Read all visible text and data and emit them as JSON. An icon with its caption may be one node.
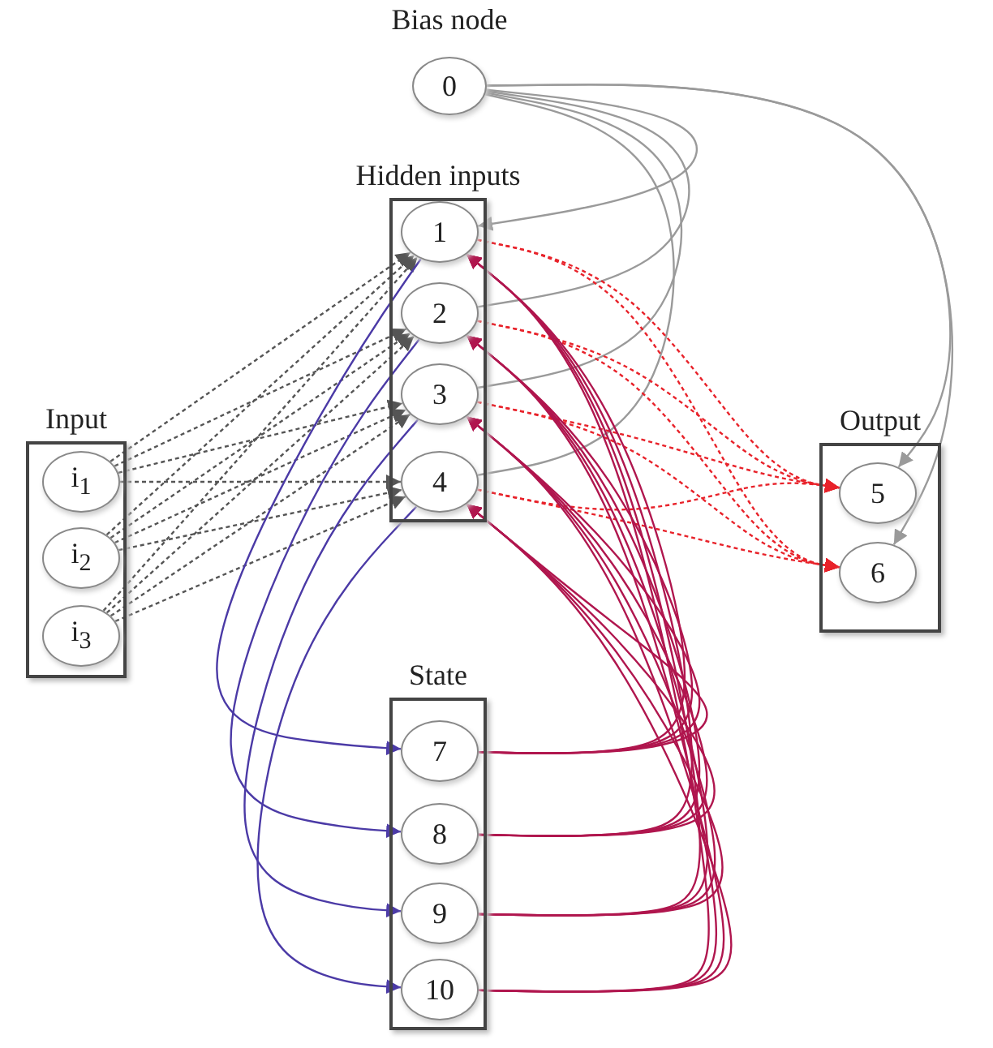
{
  "diagram": {
    "nodes": [
      {
        "text": [
          "0"
        ]
      },
      {
        "text": [
          "Hidden inputs"
        ]
      },
      {
        "text": [
          "1"
        ],
        "in": 1
      },
      {
        "text": [
          "2"
        ],
        "in": 1
      },
      {
        "text": [
          "3"
        ],
        "in": 1
      },
      {
        "text": [
          "4"
        ],
        "in": 1
      },
      {
        "text": [
          "Input"
        ]
      },
      {
        "text": [
          "i$_{1}$"
        ],
        "in": 6
      },
      {
        "text": [
          "i$_{2}$"
        ],
        "in": 6
      },
      {
        "text": [
          "i$_{3}$"
        ],
        "in": 6
      },
      {
        "text": [
          "Output"
        ]
      },
      {
        "text": [
          "5"
        ],
        "in": 10
      },
      {
        "text": [
          "6"
        ],
        "in": 10
      },
      {
        "text": [
          "State"
        ]
      },
      {
        "text": [
          "7"
        ],
        "in": 13
      },
      {
        "text": [
          "8"
        ],
        "in": 13
      },
      {
        "text": [
          "9"
        ],
        "in": 13
      },
      {
        "text": [
          "10"
        ],
        "in": 13
      }
    ],
    "edges": [
      {
        "from": 0,
        "to": 2,
        "arrow": "to",
        "color": "#9a9a9a"
      },
      {
        "from": 0,
        "to": 3,
        "arrow": "none",
        "color": "#9a9a9a"
      },
      {
        "from": 0,
        "to": 4,
        "arrow": "none",
        "color": "#9a9a9a"
      },
      {
        "from": 0,
        "to": 5,
        "arrow": "none",
        "color": "#9a9a9a"
      },
      {
        "from": 0,
        "to": 11,
        "arrow": "to",
        "color": "#9a9a9a"
      },
      {
        "from": 0,
        "to": 12,
        "arrow": "to",
        "color": "#9a9a9a"
      },
      {
        "from": 7,
        "to": 2,
        "arrow": "to",
        "style": "dashed",
        "color": "#555555"
      },
      {
        "from": 7,
        "to": 3,
        "arrow": "to",
        "style": "dashed",
        "color": "#555555"
      },
      {
        "from": 7,
        "to": 4,
        "arrow": "to",
        "style": "dashed",
        "color": "#555555"
      },
      {
        "from": 7,
        "to": 5,
        "arrow": "to",
        "style": "dashed",
        "color": "#555555"
      },
      {
        "from": 8,
        "to": 2,
        "arrow": "to",
        "style": "dashed",
        "color": "#555555"
      },
      {
        "from": 8,
        "to": 3,
        "arrow": "to",
        "style": "dashed",
        "color": "#555555"
      },
      {
        "from": 8,
        "to": 4,
        "arrow": "to",
        "style": "dashed",
        "color": "#555555"
      },
      {
        "from": 8,
        "to": 5,
        "arrow": "to",
        "style": "dashed",
        "color": "#555555"
      },
      {
        "from": 9,
        "to": 2,
        "arrow": "to",
        "style": "dashed",
        "color": "#555555"
      },
      {
        "from": 9,
        "to": 3,
        "arrow": "to",
        "style": "dashed",
        "color": "#555555"
      },
      {
        "from": 9,
        "to": 4,
        "arrow": "to",
        "style": "dashed",
        "color": "#555555"
      },
      {
        "from": 9,
        "to": 5,
        "arrow": "to",
        "style": "dashed",
        "color": "#555555"
      },
      {
        "from": 2,
        "to": 11,
        "arrow": "to",
        "style": "dashed",
        "color": "#e8222a"
      },
      {
        "from": 2,
        "to": 12,
        "arrow": "to",
        "style": "dashed",
        "color": "#e8222a"
      },
      {
        "from": 3,
        "to": 11,
        "arrow": "to",
        "style": "dashed",
        "color": "#e8222a"
      },
      {
        "from": 3,
        "to": 12,
        "arrow": "to",
        "style": "dashed",
        "color": "#e8222a"
      },
      {
        "from": 4,
        "to": 11,
        "arrow": "to",
        "style": "dashed",
        "color": "#e8222a"
      },
      {
        "from": 4,
        "to": 12,
        "arrow": "to",
        "style": "dashed",
        "color": "#e8222a"
      },
      {
        "from": 5,
        "to": 11,
        "arrow": "to",
        "style": "dashed",
        "color": "#e8222a"
      },
      {
        "from": 5,
        "to": 12,
        "arrow": "to",
        "style": "dashed",
        "color": "#e8222a"
      },
      {
        "from": 2,
        "to": 14,
        "arrow": "to",
        "color": "#4b3aa6"
      },
      {
        "from": 3,
        "to": 15,
        "arrow": "to",
        "color": "#4b3aa6"
      },
      {
        "from": 4,
        "to": 16,
        "arrow": "to",
        "color": "#4b3aa6"
      },
      {
        "from": 5,
        "to": 17,
        "arrow": "to",
        "color": "#4b3aa6"
      },
      {
        "from": 14,
        "to": 2,
        "arrow": "to"
      },
      {
        "from": 14,
        "to": 3,
        "arrow": "to"
      },
      {
        "from": 14,
        "to": 4,
        "arrow": "to"
      },
      {
        "from": 14,
        "to": 5,
        "arrow": "to"
      },
      {
        "from": 15,
        "to": 2,
        "arrow": "to"
      },
      {
        "from": 15,
        "to": 3,
        "arrow": "to"
      },
      {
        "from": 15,
        "to": 4,
        "arrow": "to"
      },
      {
        "from": 15,
        "to": 5,
        "arrow": "to"
      },
      {
        "from": 16,
        "to": 2,
        "arrow": "to"
      },
      {
        "from": 16,
        "to": 3,
        "arrow": "to"
      },
      {
        "from": 16,
        "to": 4,
        "arrow": "to"
      },
      {
        "from": 16,
        "to": 5,
        "arrow": "to"
      },
      {
        "from": 17,
        "to": 2,
        "arrow": "to"
      },
      {
        "from": 17,
        "to": 3,
        "arrow": "to"
      },
      {
        "from": 17,
        "to": 4,
        "arrow": "to"
      },
      {
        "from": 17,
        "to": 5,
        "arrow": "to"
      }
    ],
    "labels": [
      "Bias node"
    ]
  }
}
